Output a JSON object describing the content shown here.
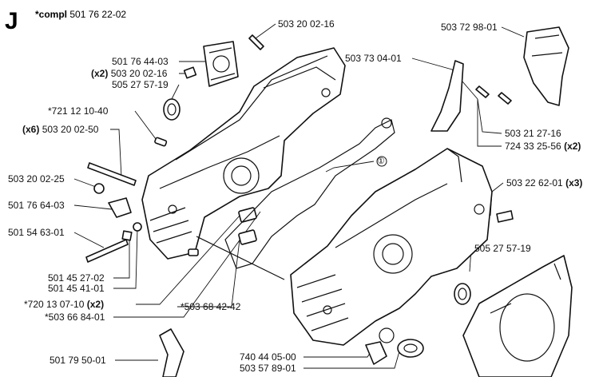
{
  "section": {
    "letter": "J",
    "compl_prefix": "*compl",
    "compl_number": "501 76 22-02"
  },
  "labels": {
    "l01": {
      "text": "503 20 02-16",
      "qty": ""
    },
    "l02": {
      "text": "503 72 98-01",
      "qty": ""
    },
    "l03": {
      "text": "501 76 44-03",
      "qty": ""
    },
    "l04": {
      "text": "503 20 02-16",
      "qty": "(x2)"
    },
    "l05": {
      "text": "505 27 57-19",
      "qty": ""
    },
    "l06": {
      "text": "503 73 04-01",
      "qty": ""
    },
    "l07": {
      "text": "*721 12 10-40",
      "qty": ""
    },
    "l08": {
      "text": "503 20 02-50",
      "qty": "(x6)"
    },
    "l09": {
      "text": "503 21 27-16",
      "qty": ""
    },
    "l10": {
      "text": "724 33 25-56",
      "qty": "(x2)"
    },
    "l11": {
      "text": "503 20 02-25",
      "qty": ""
    },
    "l12": {
      "text": "503 22 62-01",
      "qty": "(x3)"
    },
    "l13": {
      "text": "501 76 64-03",
      "qty": ""
    },
    "l14": {
      "text": "501 54 63-01",
      "qty": ""
    },
    "l15": {
      "text": "505 27 57-19",
      "qty": ""
    },
    "l16": {
      "text": "501 45 27-02",
      "qty": ""
    },
    "l17": {
      "text": "501 45 41-01",
      "qty": ""
    },
    "l18": {
      "text": "*720 13 07-10",
      "qty": "(x2)"
    },
    "l19": {
      "text": "*503 68 42-42",
      "qty": ""
    },
    "l20": {
      "text": "*503 66 84-01",
      "qty": ""
    },
    "l21": {
      "text": "501 79 50-01",
      "qty": ""
    },
    "l22": {
      "text": "740 44 05-00",
      "qty": ""
    },
    "l23": {
      "text": "503 57 89-01",
      "qty": ""
    }
  },
  "callout": "①"
}
